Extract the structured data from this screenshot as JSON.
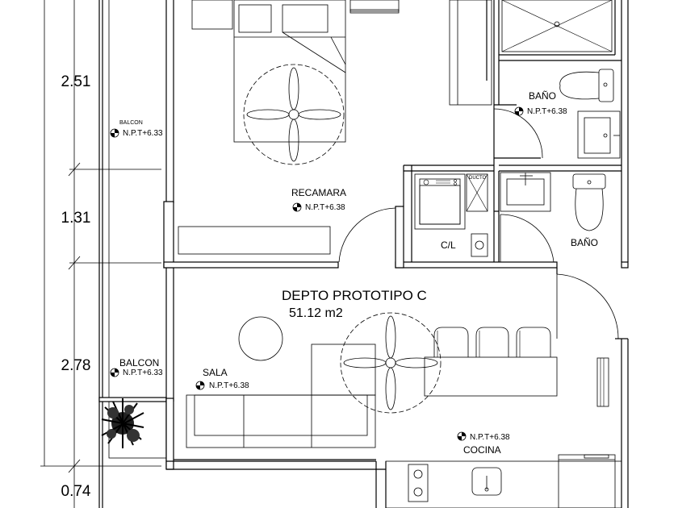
{
  "title": "DEPTO PROTOTIPO  C",
  "area": "51.12 m2",
  "dimensions": [
    "2.51",
    "1.31",
    "2.78",
    "0.74"
  ],
  "rooms": {
    "balcon_top": "BALCON",
    "balcon_top_level": "N.P.T+6.33",
    "balcon_bottom": "BALCON",
    "balcon_bottom_level": "N.P.T+6.33",
    "recamara": "RECAMARA",
    "recamara_level": "N.P.T+6.38",
    "bano_top": "BAÑO",
    "bano_top_level": "N.P.T+6.38",
    "bano_mid": "BAÑO",
    "cl": "C/L",
    "ducto": "DUCTO",
    "sala": "SALA",
    "sala_level": "N.P.T+6.38",
    "cocina": "COCINA",
    "cocina_level": "N.P.T+6.38"
  }
}
